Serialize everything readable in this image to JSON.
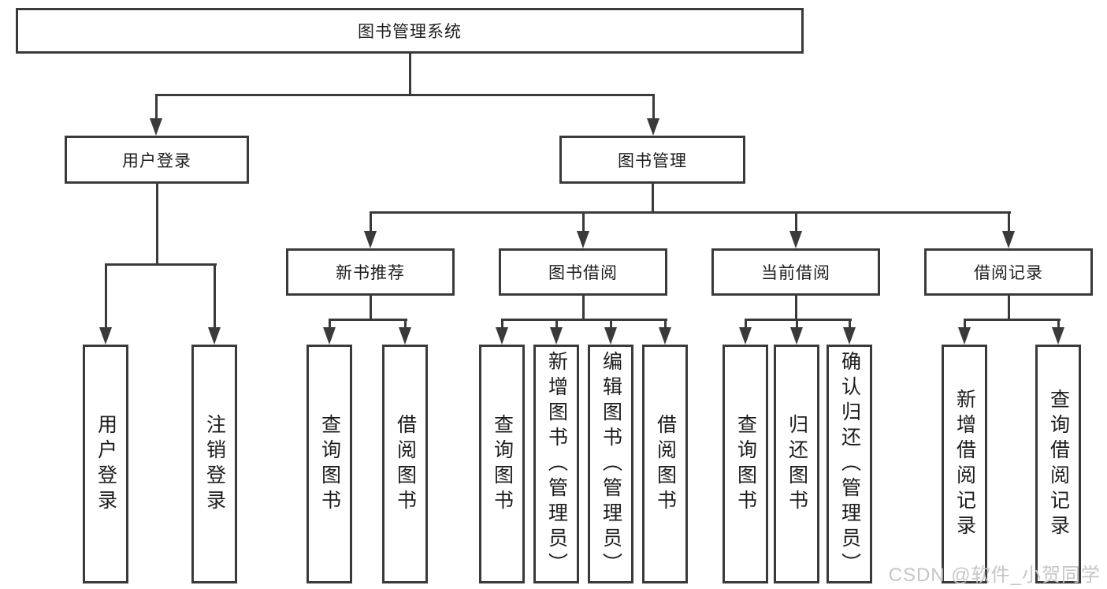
{
  "diagram": {
    "root": "图书管理系统",
    "branches": {
      "user_login": "用户登录",
      "book_management": "图书管理"
    },
    "modules": {
      "new_book_recommend": "新书推荐",
      "book_borrowing": "图书借阅",
      "current_borrowing": "当前借阅",
      "borrowing_records": "借阅记录"
    },
    "leaves": {
      "user_login_login": "用户登录",
      "user_login_logout": "注销登录",
      "recommend_query_books": "查询图书",
      "recommend_borrow_books": "借阅图书",
      "borrowing_query_books": "查询图书",
      "borrowing_add_books": "新增图书（管理员）",
      "borrowing_edit_books": "编辑图书（管理员）",
      "borrowing_borrow_books": "借阅图书",
      "current_query_books": "查询图书",
      "current_return_books": "归还图书",
      "current_confirm_return": "确认归还（管理员）",
      "records_add_record": "新增借阅记录",
      "records_query_record": "查询借阅记录"
    }
  },
  "watermark": "CSDN @软件_小贺同学",
  "colors": {
    "line": "#3a3a3a",
    "text": "#1c1c1c",
    "watermark": "#c6c6c6",
    "background": "#ffffff"
  }
}
